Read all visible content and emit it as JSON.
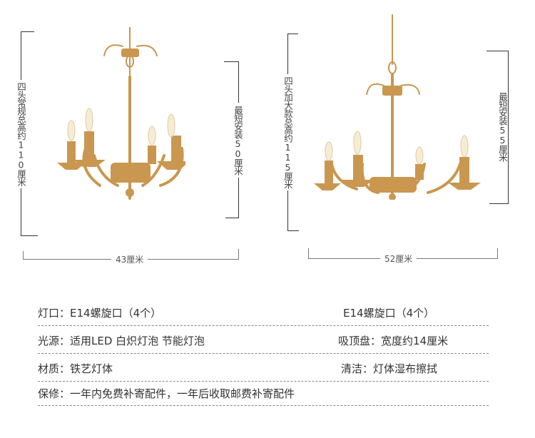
{
  "dimensions": {
    "left": {
      "height_label": "四头常规总高约110厘米",
      "min_install_label": "最短安装50厘米",
      "width_label": "43厘米"
    },
    "right": {
      "height_label": "四头加大款总高约115厘米",
      "min_install_label": "最短安装55厘米",
      "width_label": "52厘米"
    }
  },
  "specs": [
    {
      "left": "灯口：E14螺旋口（4个）",
      "right": "E14螺旋口（4个）"
    },
    {
      "left": "光源：适用LED 白炽灯泡  节能灯泡",
      "right": "吸顶盘：宽度约14厘米"
    },
    {
      "left": "材质：铁艺灯体",
      "right": "清洁：灯体湿布擦拭"
    },
    {
      "left": "保修：一年内免费补寄配件，一年后收取邮费补寄配件",
      "right": ""
    }
  ],
  "colors": {
    "gold": "#c9974f",
    "text": "#333333"
  }
}
